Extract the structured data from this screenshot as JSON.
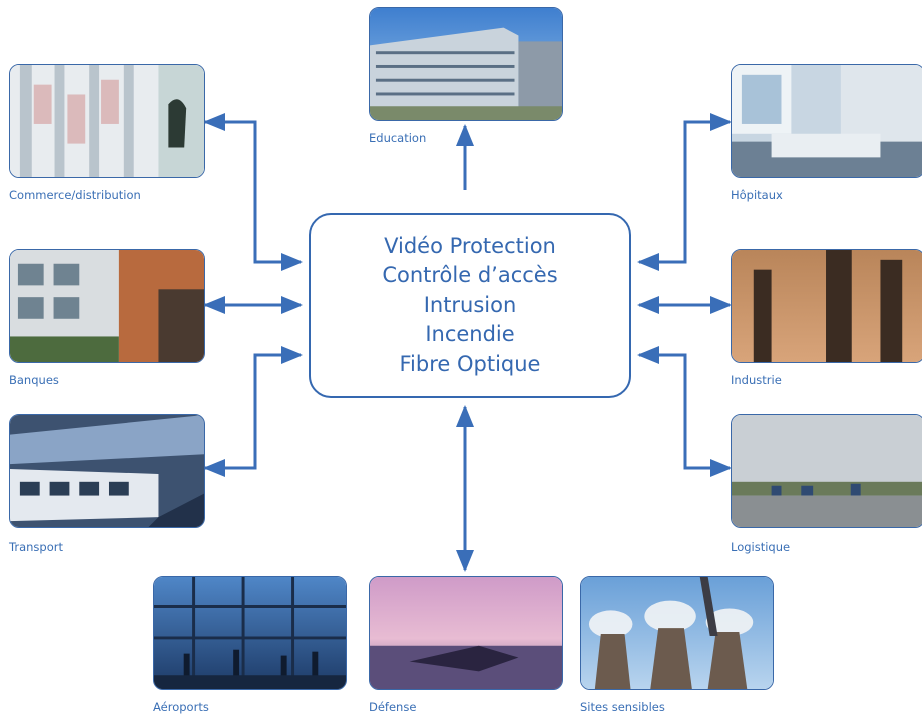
{
  "center_box": {
    "lines": [
      "Vidéo Protection",
      "Contrôle d’accès",
      "Intrusion",
      "Incendie",
      "Fibre Optique"
    ]
  },
  "sectors": {
    "education": "Education",
    "commerce": "Commerce/distribution",
    "hopitaux": "Hôpitaux",
    "banques": "Banques",
    "industrie": "Industrie",
    "transport": "Transport",
    "logistique": "Logistique",
    "aeroports": "Aéroports",
    "defense": "Défense",
    "sites": "Sites sensibles"
  },
  "colors": {
    "accent": "#3568b0",
    "caption": "#3a6fb5",
    "arrow": "#3a6eb8"
  }
}
